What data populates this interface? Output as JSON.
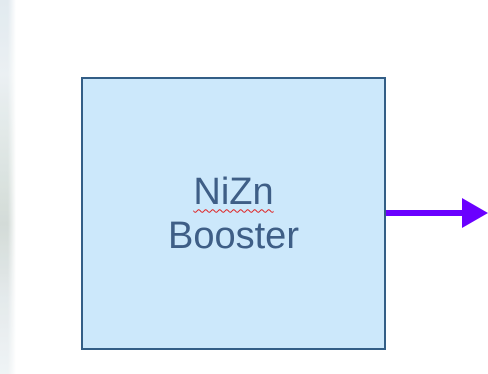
{
  "diagram": {
    "block": {
      "label_line1": "NiZn",
      "label_line2": "Booster",
      "fill_color": "#cce8fb",
      "border_color": "#335e86",
      "text_color": "#3e5e86"
    },
    "output_arrow": {
      "color": "#6a00ff",
      "direction": "right"
    }
  }
}
